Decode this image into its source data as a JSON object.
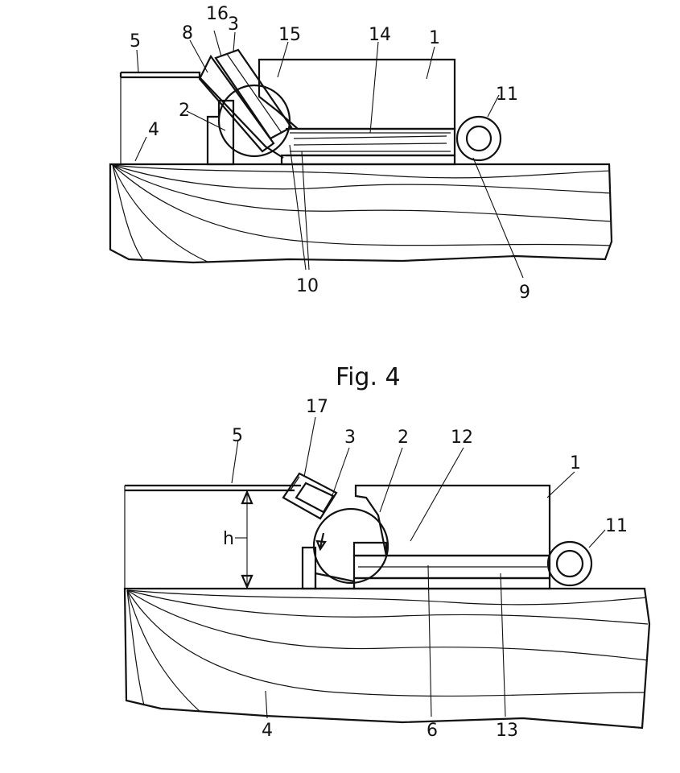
{
  "figure_top": {
    "labels": {
      "l1": "1",
      "l2": "2",
      "l3": "3",
      "l4": "4",
      "l5": "5",
      "l8": "8",
      "l9": "9",
      "l10": "10",
      "l11": "11",
      "l14": "14",
      "l15": "15",
      "l16": "16"
    }
  },
  "figure_bottom": {
    "caption": "Fig. 4",
    "labels": {
      "l1": "1",
      "l2": "2",
      "l3": "3",
      "l4": "4",
      "l5": "5",
      "l6": "6",
      "l11": "11",
      "l12": "12",
      "l13": "13",
      "l17": "17",
      "lh": "h"
    }
  }
}
